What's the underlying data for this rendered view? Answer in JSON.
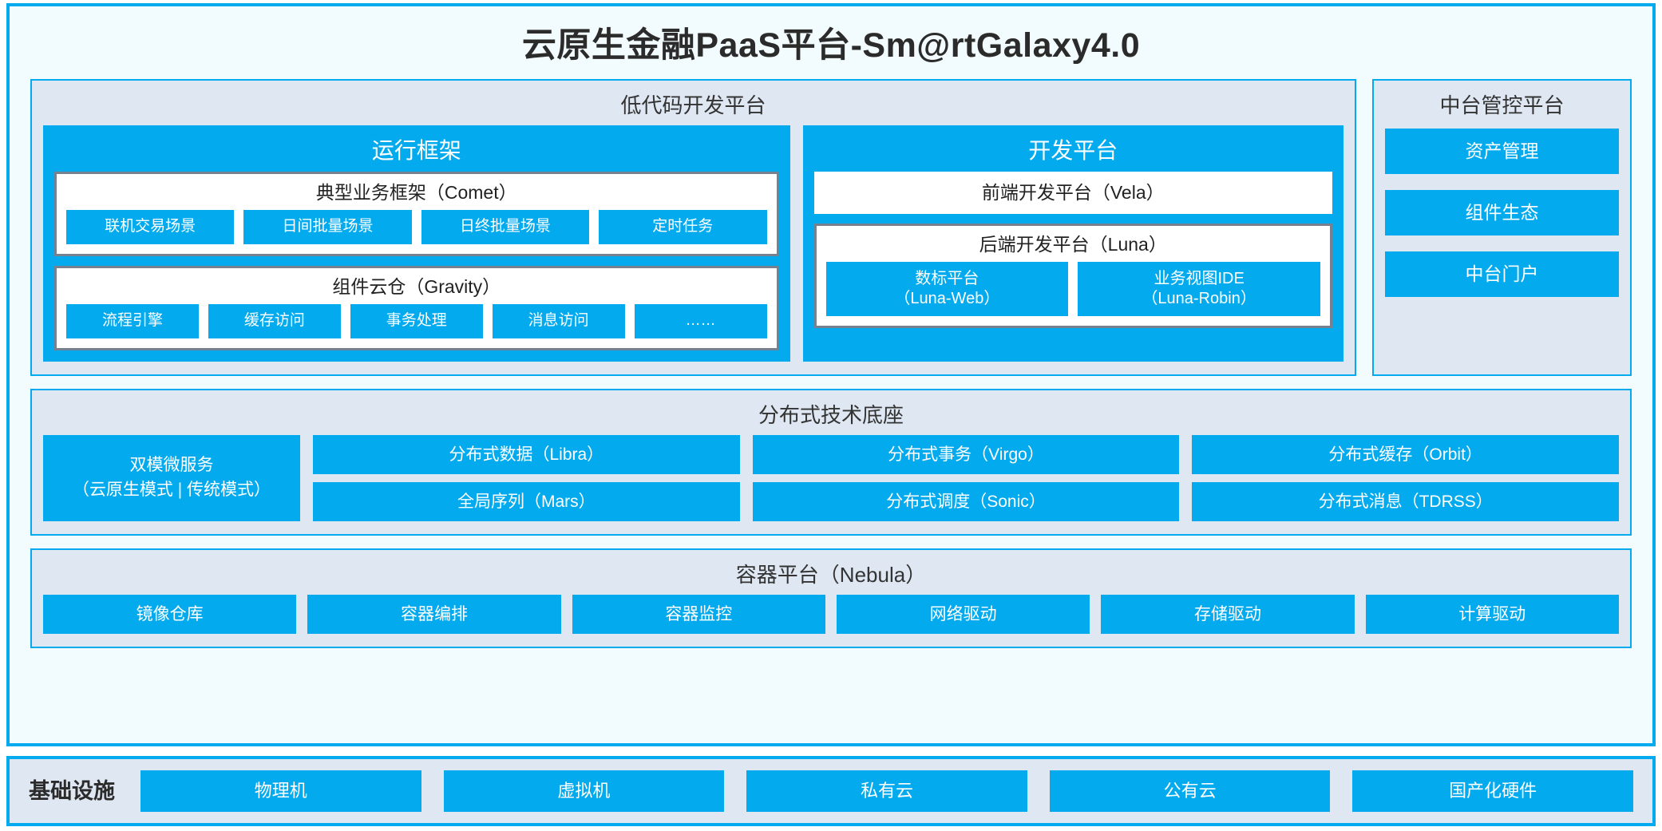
{
  "platform": {
    "title": "云原生金融PaaS平台-Sm@rtGalaxy4.0",
    "accent_color": "#03ABEE",
    "panel_bg_color": "#DEE7F2",
    "group_border_color": "#76808F"
  },
  "lowcode": {
    "title": "低代码开发平台",
    "runtime": {
      "title": "运行框架",
      "comet": {
        "title": "典型业务框架（Comet）",
        "items": [
          "联机交易场景",
          "日间批量场景",
          "日终批量场景",
          "定时任务"
        ]
      },
      "gravity": {
        "title": "组件云仓（Gravity）",
        "items": [
          "流程引擎",
          "缓存访问",
          "事务处理",
          "消息访问",
          "……"
        ]
      }
    },
    "devplatform": {
      "title": "开发平台",
      "frontend": "前端开发平台（Vela）",
      "backend": {
        "title": "后端开发平台（Luna）",
        "items": [
          {
            "line1": "数标平台",
            "line2": "（Luna-Web）"
          },
          {
            "line1": "业务视图IDE",
            "line2": "（Luna-Robin）"
          }
        ]
      }
    }
  },
  "midoffice": {
    "title": "中台管控平台",
    "items": [
      "资产管理",
      "组件生态",
      "中台门户"
    ]
  },
  "techbase": {
    "title": "分布式技术底座",
    "wide": {
      "line1": "双模微服务",
      "line2": "（云原生模式 | 传统模式）"
    },
    "columns": [
      [
        "分布式数据（Libra）",
        "全局序列（Mars）"
      ],
      [
        "分布式事务（Virgo）",
        "分布式调度（Sonic）"
      ],
      [
        "分布式缓存（Orbit）",
        "分布式消息（TDRSS）"
      ]
    ]
  },
  "containerplatform": {
    "title": "容器平台（Nebula）",
    "items": [
      "镜像仓库",
      "容器编排",
      "容器监控",
      "网络驱动",
      "存储驱动",
      "计算驱动"
    ]
  },
  "infrastructure": {
    "label": "基础设施",
    "items": [
      "物理机",
      "虚拟机",
      "私有云",
      "公有云",
      "国产化硬件"
    ]
  }
}
